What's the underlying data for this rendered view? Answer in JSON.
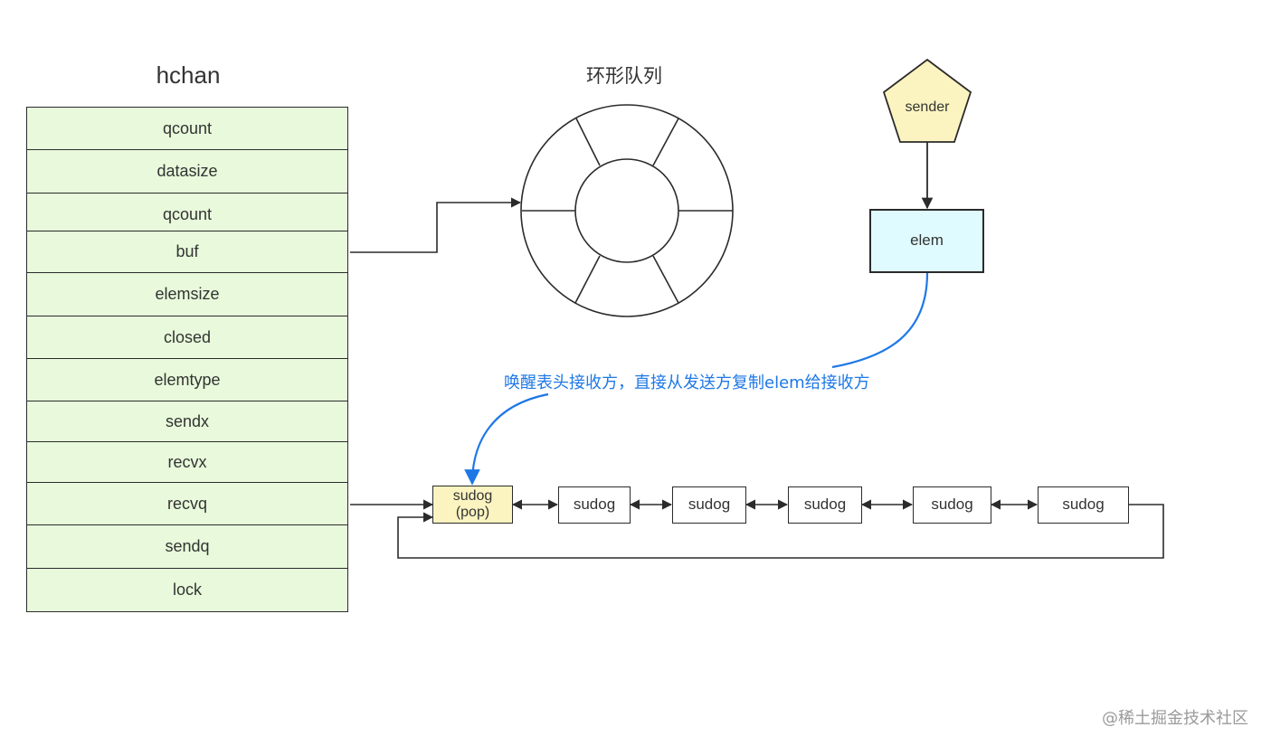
{
  "hchan": {
    "title": "hchan",
    "fields": [
      "qcount",
      "datasize",
      "qcount",
      "buf",
      "elemsize",
      "closed",
      "elemtype",
      "sendx",
      "recvx",
      "recvq",
      "sendq",
      "lock"
    ]
  },
  "ring_buffer": {
    "title": "环形队列"
  },
  "sender": {
    "label": "sender"
  },
  "elem": {
    "label": "elem"
  },
  "annotation": {
    "text": "唤醒表头接收方，直接从发送方复制elem给接收方"
  },
  "recvq_list": {
    "head": {
      "label": "sudog",
      "sublabel": "(pop)"
    },
    "nodes": [
      "sudog",
      "sudog",
      "sudog",
      "sudog",
      "sudog"
    ]
  },
  "watermark": {
    "text": "@稀土掘金技术社区"
  },
  "colors": {
    "field_fill": "#e8fadb",
    "sender_fill": "#fcf4c0",
    "elem_fill": "#e0fbff",
    "head_node_fill": "#fcf4c0",
    "annotation_blue": "#1e78e6",
    "stroke": "#2b2b2b"
  }
}
